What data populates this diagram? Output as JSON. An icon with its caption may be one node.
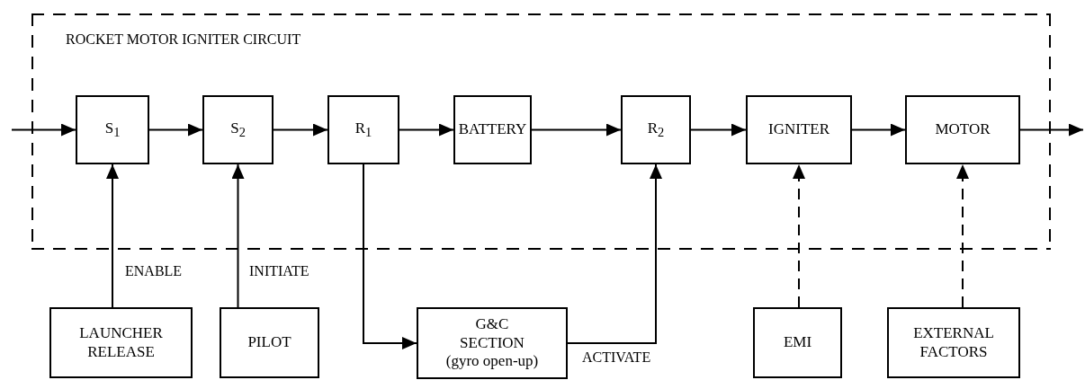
{
  "diagram": {
    "nodes": [
      {
        "text": [
          "ROCKET MOTOR IGNITER CIRCUIT"
        ]
      },
      {
        "text": [
          "S$_{1}$"
        ],
        "in": 0
      },
      {
        "text": [
          "S$_{2}$"
        ],
        "in": 0
      },
      {
        "text": [
          "R$_{1}$"
        ],
        "in": 0
      },
      {
        "text": [
          "BATTERY"
        ],
        "in": 0
      },
      {
        "text": [
          "R$_{2}$"
        ],
        "in": 0
      },
      {
        "text": [
          "IGNITER"
        ],
        "in": 0
      },
      {
        "text": [
          "MOTOR"
        ],
        "in": 0
      },
      {
        "text": [
          "LAUNCHER RELEASE"
        ]
      },
      {
        "text": [
          "PILOT"
        ]
      },
      {
        "text": [
          "G&C SECTION (gyro open-up)"
        ]
      },
      {
        "text": [
          "EMI"
        ]
      },
      {
        "text": [
          "EXTERNAL FACTORS"
        ]
      }
    ],
    "edges": [
      {
        "from": null,
        "to": 1,
        "arrow": "to"
      },
      {
        "from": 1,
        "to": 2,
        "arrow": "to"
      },
      {
        "from": 2,
        "to": 3,
        "arrow": "to"
      },
      {
        "from": 3,
        "to": 4,
        "arrow": "to"
      },
      {
        "from": 4,
        "to": 5,
        "arrow": "to"
      },
      {
        "from": 5,
        "to": 6,
        "arrow": "to"
      },
      {
        "from": 6,
        "to": 7,
        "arrow": "to"
      },
      {
        "from": 7,
        "to": null,
        "arrow": "to"
      },
      {
        "from": 8,
        "to": 1,
        "arrow": "to",
        "label": "ENABLE"
      },
      {
        "from": 9,
        "to": 2,
        "arrow": "to",
        "label": "INITIATE"
      },
      {
        "from": 3,
        "to": 10,
        "arrow": "to"
      },
      {
        "from": 10,
        "to": 5,
        "arrow": "to",
        "label": "ACTIVATE"
      },
      {
        "from": 11,
        "to": 6,
        "arrow": "to",
        "style": "dashed"
      },
      {
        "from": 12,
        "to": 7,
        "arrow": "to",
        "style": "dashed"
      }
    ]
  }
}
